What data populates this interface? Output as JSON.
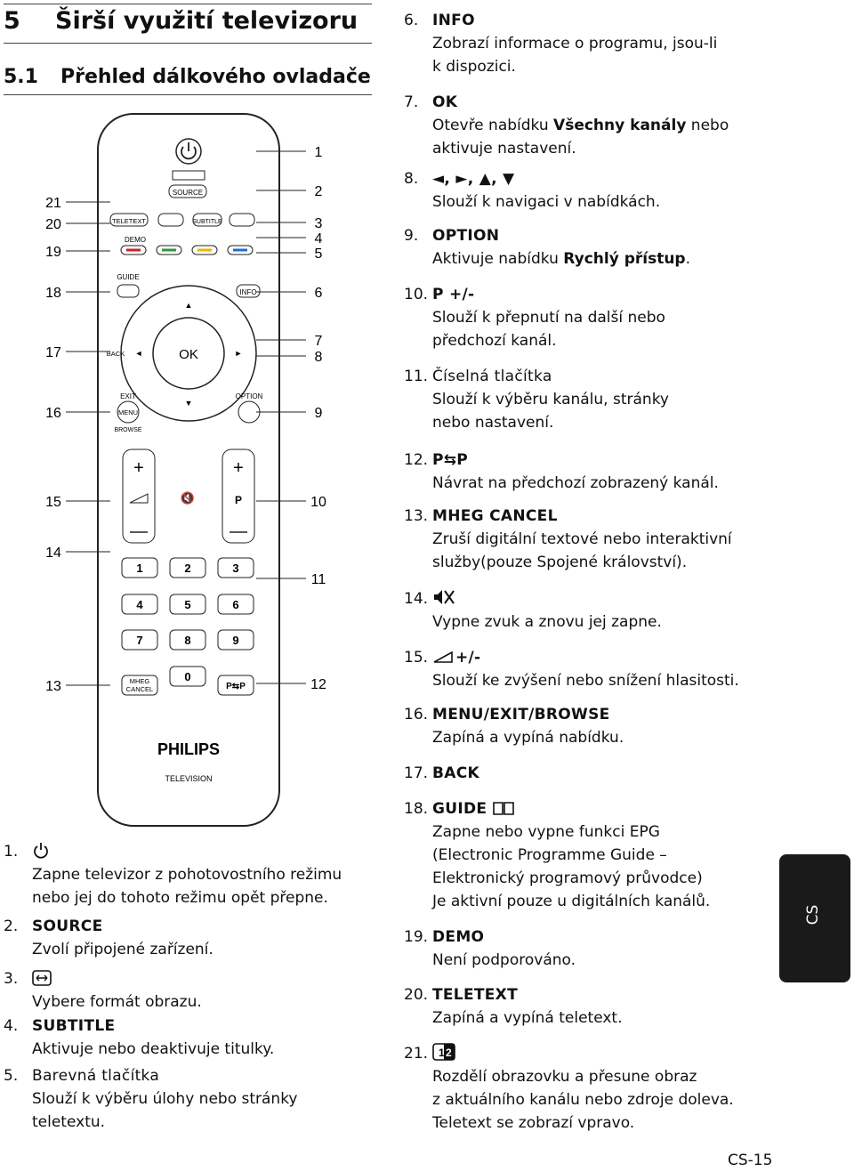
{
  "heading": {
    "num": "5",
    "title": "Širší využití televizoru"
  },
  "subheading": {
    "num": "5.1",
    "title": "Přehled dálkového ovladače"
  },
  "remote": {
    "callouts_left": [
      "21",
      "20",
      "19",
      "18",
      "17",
      "16",
      "15",
      "14",
      "13"
    ],
    "callouts_right": [
      "1",
      "2",
      "3",
      "4",
      "5",
      "6",
      "7",
      "8",
      "9",
      "10",
      "11",
      "12"
    ],
    "labels": {
      "source": "SOURCE",
      "teletext": "TELETEXT",
      "subtitle": "SUBTITLE",
      "demo": "DEMO",
      "guide": "GUIDE",
      "info": "INFO",
      "back": "BACK",
      "ok": "OK",
      "exit": "EXIT",
      "menu": "MENU",
      "browse": "BROWSE",
      "option": "OPTION",
      "p": "P",
      "mheg": "MHEG",
      "cancel": "CANCEL",
      "pp": "P⇆P",
      "digits": [
        "1",
        "2",
        "3",
        "4",
        "5",
        "6",
        "7",
        "8",
        "9",
        "0"
      ],
      "brand": "PHILIPS",
      "brand_sub": "TELEVISION"
    },
    "color_keys": [
      "#cc2222",
      "#2a9a3a",
      "#e6b800",
      "#1e6fd0"
    ]
  },
  "left_items": [
    {
      "n": "1.",
      "t": "",
      "icon": "power-icon",
      "d": "Zapne televizor z pohotovostního režimu",
      "d2": "nebo jej do tohoto režimu opět přepne."
    },
    {
      "n": "2.",
      "t": "SOURCE",
      "d": "Zvolí připojené zařízení."
    },
    {
      "n": "3.",
      "t": "",
      "icon": "format-icon",
      "d": "Vybere formát obrazu."
    },
    {
      "n": "4.",
      "t": "SUBTITLE",
      "d": "Aktivuje nebo deaktivuje titulky."
    },
    {
      "n": "5.",
      "t": "",
      "tplain": "Barevná tlačítka",
      "d": "Slouží k výběru úlohy nebo stránky",
      "d2": "teletextu."
    }
  ],
  "right_items": [
    {
      "n": "6.",
      "t": "INFO",
      "d": "Zobrazí informace o programu, jsou-li",
      "d2": "k dispozici."
    },
    {
      "n": "7.",
      "t": "OK",
      "d_pre": "Otevře nabídku ",
      "d_bold": "Všechny kanály",
      "d_post": " nebo",
      "d2": "aktivuje nastavení."
    },
    {
      "n": "8.",
      "t": "◄, ►, ▲, ▼",
      "d": "Slouží k navigaci v nabídkách."
    },
    {
      "n": "9.",
      "t": "OPTION",
      "d_pre": "Aktivuje nabídku ",
      "d_bold": "Rychlý přístup",
      "d_post": "."
    },
    {
      "n": "10.",
      "t": "P +/-",
      "d": "Slouží k přepnutí na další nebo",
      "d2": "předchozí kanál."
    },
    {
      "n": "11.",
      "tplain": "Číselná tlačítka",
      "d": "Slouží k výběru kanálu, stránky",
      "d2": "nebo nastavení."
    },
    {
      "n": "12.",
      "t": "P⇆P",
      "d": "Návrat na předchozí zobrazený kanál."
    },
    {
      "n": "13.",
      "t": "MHEG CANCEL",
      "d": "Zruší digitální textové nebo interaktivní",
      "d2": "služby(pouze Spojené království)."
    },
    {
      "n": "14.",
      "icon": "mute-icon",
      "d": "Vypne zvuk a znovu jej zapne."
    },
    {
      "n": "15.",
      "icon": "volume-icon",
      "t": "+/-",
      "d": "Slouží ke zvýšení nebo snížení hlasitosti."
    },
    {
      "n": "16.",
      "t": "MENU/EXIT/BROWSE",
      "d": "Zapíná a vypíná nabídku."
    },
    {
      "n": "17.",
      "t": "BACK"
    },
    {
      "n": "18.",
      "t": "GUIDE",
      "icon": "book-icon",
      "d": "Zapne nebo vypne funkci EPG",
      "d2": "(Electronic Programme Guide –",
      "d3": "Elektronický programový průvodce)",
      "d4": "Je aktivní pouze u digitálních kanálů."
    },
    {
      "n": "19.",
      "t": "DEMO",
      "d": "Není podporováno."
    },
    {
      "n": "20.",
      "t": "TELETEXT",
      "d": "Zapíná a vypíná teletext."
    },
    {
      "n": "21.",
      "icon": "dual-screen-icon",
      "d": "Rozdělí obrazovku a přesune obraz",
      "d2": "z aktuálního kanálu nebo zdroje doleva.",
      "d3": "Teletext se zobrazí vpravo."
    }
  ],
  "side_tab": "CS",
  "page_number": "CS-15"
}
